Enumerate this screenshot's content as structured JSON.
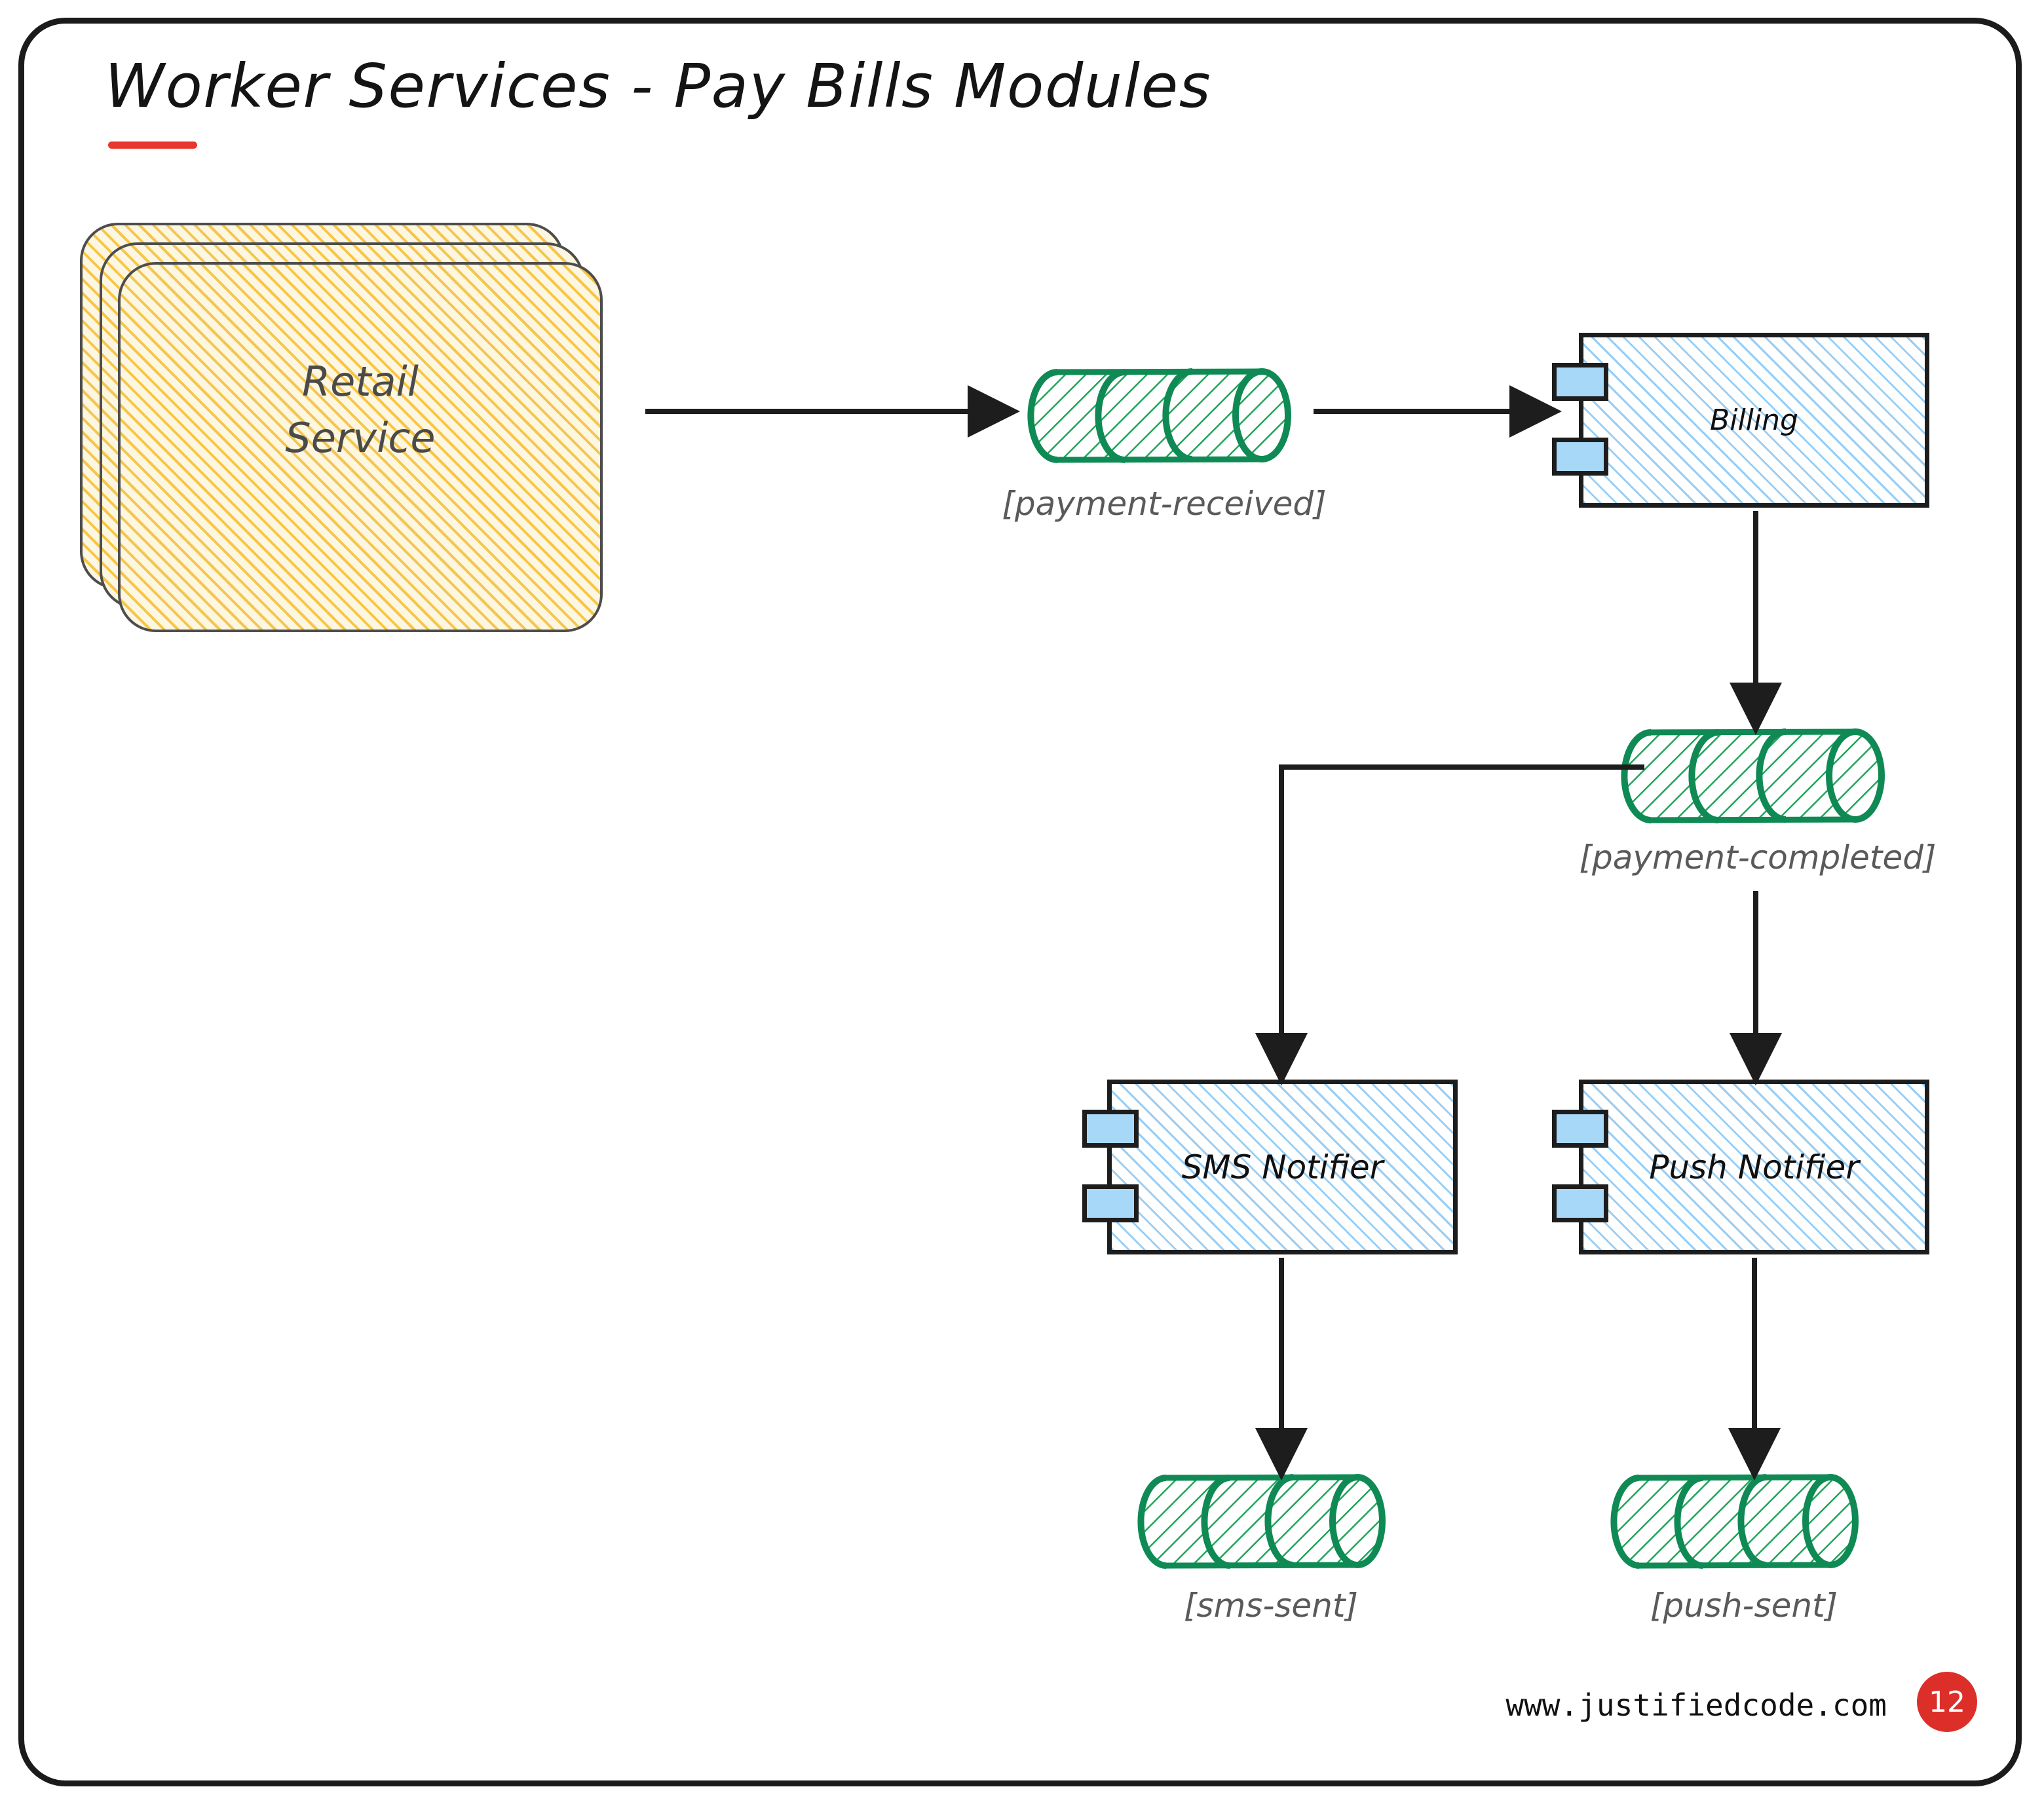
{
  "slide": {
    "title": "Worker Services - Pay Bills Modules",
    "accent_color": "#e8372e",
    "frame_color": "#1b1b1b",
    "background": "#ffffff"
  },
  "footer": {
    "url": "www.justifiedcode.com",
    "page_number": "12",
    "badge_color": "#dd2f2a"
  },
  "diagram": {
    "type": "event-driven-architecture",
    "service_stack": {
      "label": "Retail\nService",
      "label_line_1": "Retail",
      "label_line_2": "Service",
      "card_count": 3,
      "fill_color": "#f5c443",
      "border_color": "#4d4d4d"
    },
    "components": [
      {
        "id": "billing",
        "label": "Billing",
        "port_count": 2,
        "fill_color": "#8cc8f5",
        "tab_color": "#a8d8f8"
      },
      {
        "id": "sms-notifier",
        "label": "SMS Notifier",
        "port_count": 2,
        "fill_color": "#8cc8f5",
        "tab_color": "#a8d8f8"
      },
      {
        "id": "push-notifier",
        "label": "Push Notifier",
        "port_count": 2,
        "fill_color": "#8cc8f5",
        "tab_color": "#a8d8f8"
      }
    ],
    "queues": [
      {
        "id": "payment-received",
        "label": "[payment-received]",
        "segments": 3,
        "color": "#0f8a54"
      },
      {
        "id": "payment-completed",
        "label": "[payment-completed]",
        "segments": 3,
        "color": "#0f8a54"
      },
      {
        "id": "sms-sent",
        "label": "[sms-sent]",
        "segments": 3,
        "color": "#0f8a54"
      },
      {
        "id": "push-sent",
        "label": "[push-sent]",
        "segments": 3,
        "color": "#0f8a54"
      }
    ],
    "flows": [
      {
        "from": "retail-service",
        "to": "payment-received"
      },
      {
        "from": "payment-received",
        "to": "billing"
      },
      {
        "from": "billing",
        "to": "payment-completed"
      },
      {
        "from": "payment-completed",
        "to": "sms-notifier"
      },
      {
        "from": "payment-completed",
        "to": "push-notifier"
      },
      {
        "from": "sms-notifier",
        "to": "sms-sent"
      },
      {
        "from": "push-notifier",
        "to": "push-sent"
      }
    ]
  }
}
